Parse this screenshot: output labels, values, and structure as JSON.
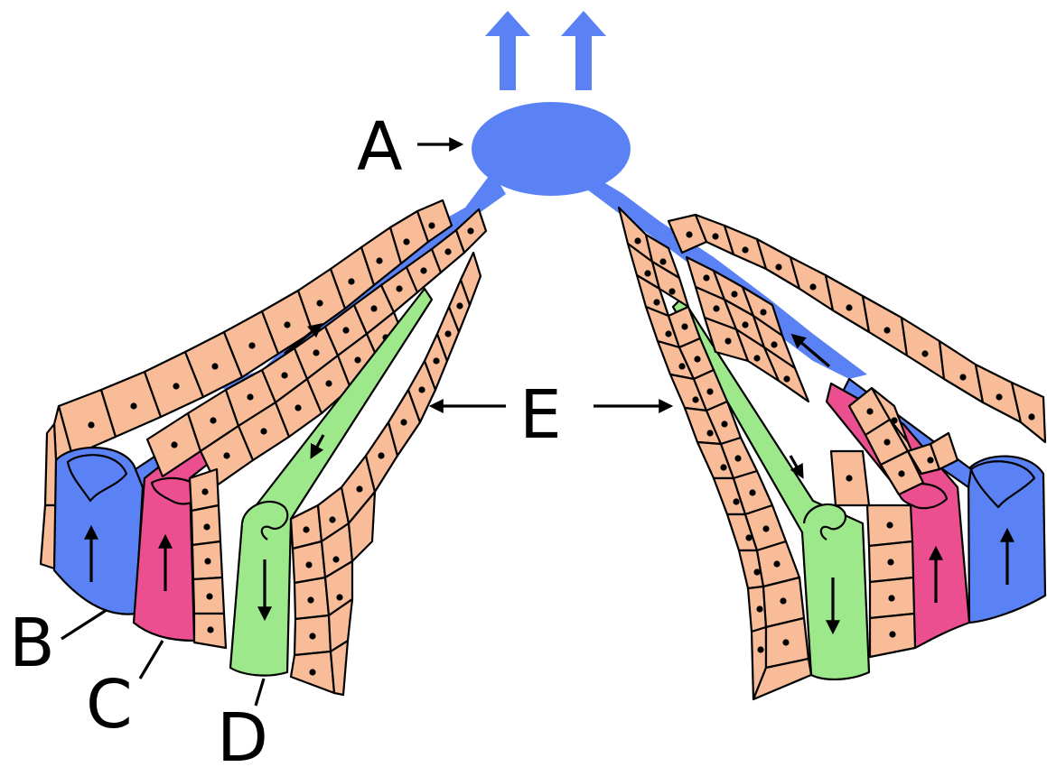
{
  "labels": {
    "a": "A",
    "b": "B",
    "c": "C",
    "d": "D",
    "e": "E"
  },
  "colors": {
    "background": "#ffffff",
    "cell": "#f8bc98",
    "outline": "#000000",
    "blue_duct": "#5b82f5",
    "pink_tubule": "#ec4f90",
    "green_tubule": "#9de88a",
    "arrow": "#000000"
  },
  "icons": [
    "up-arrow-icon",
    "down-arrow-icon",
    "right-arrow-icon",
    "left-arrow-icon"
  ]
}
